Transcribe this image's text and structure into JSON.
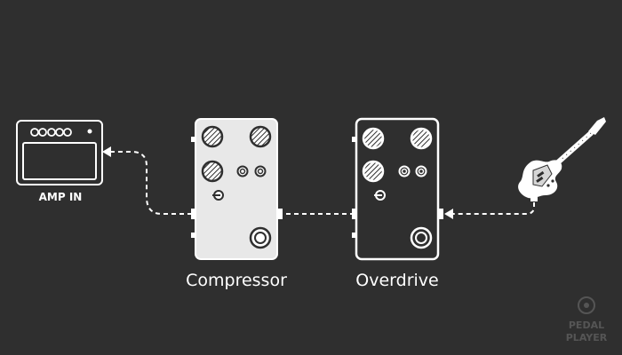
{
  "amp": {
    "label": "AMP IN"
  },
  "pedals": [
    {
      "label": "Compressor"
    },
    {
      "label": "Overdrive"
    }
  ],
  "watermark": {
    "line1": "PEDAL",
    "line2": "PLAYER"
  },
  "colors": {
    "background": "#2f2f2f",
    "compressor_body": "#e8e8e8",
    "overdrive_body": "#ffffff",
    "line": "#ffffff"
  }
}
